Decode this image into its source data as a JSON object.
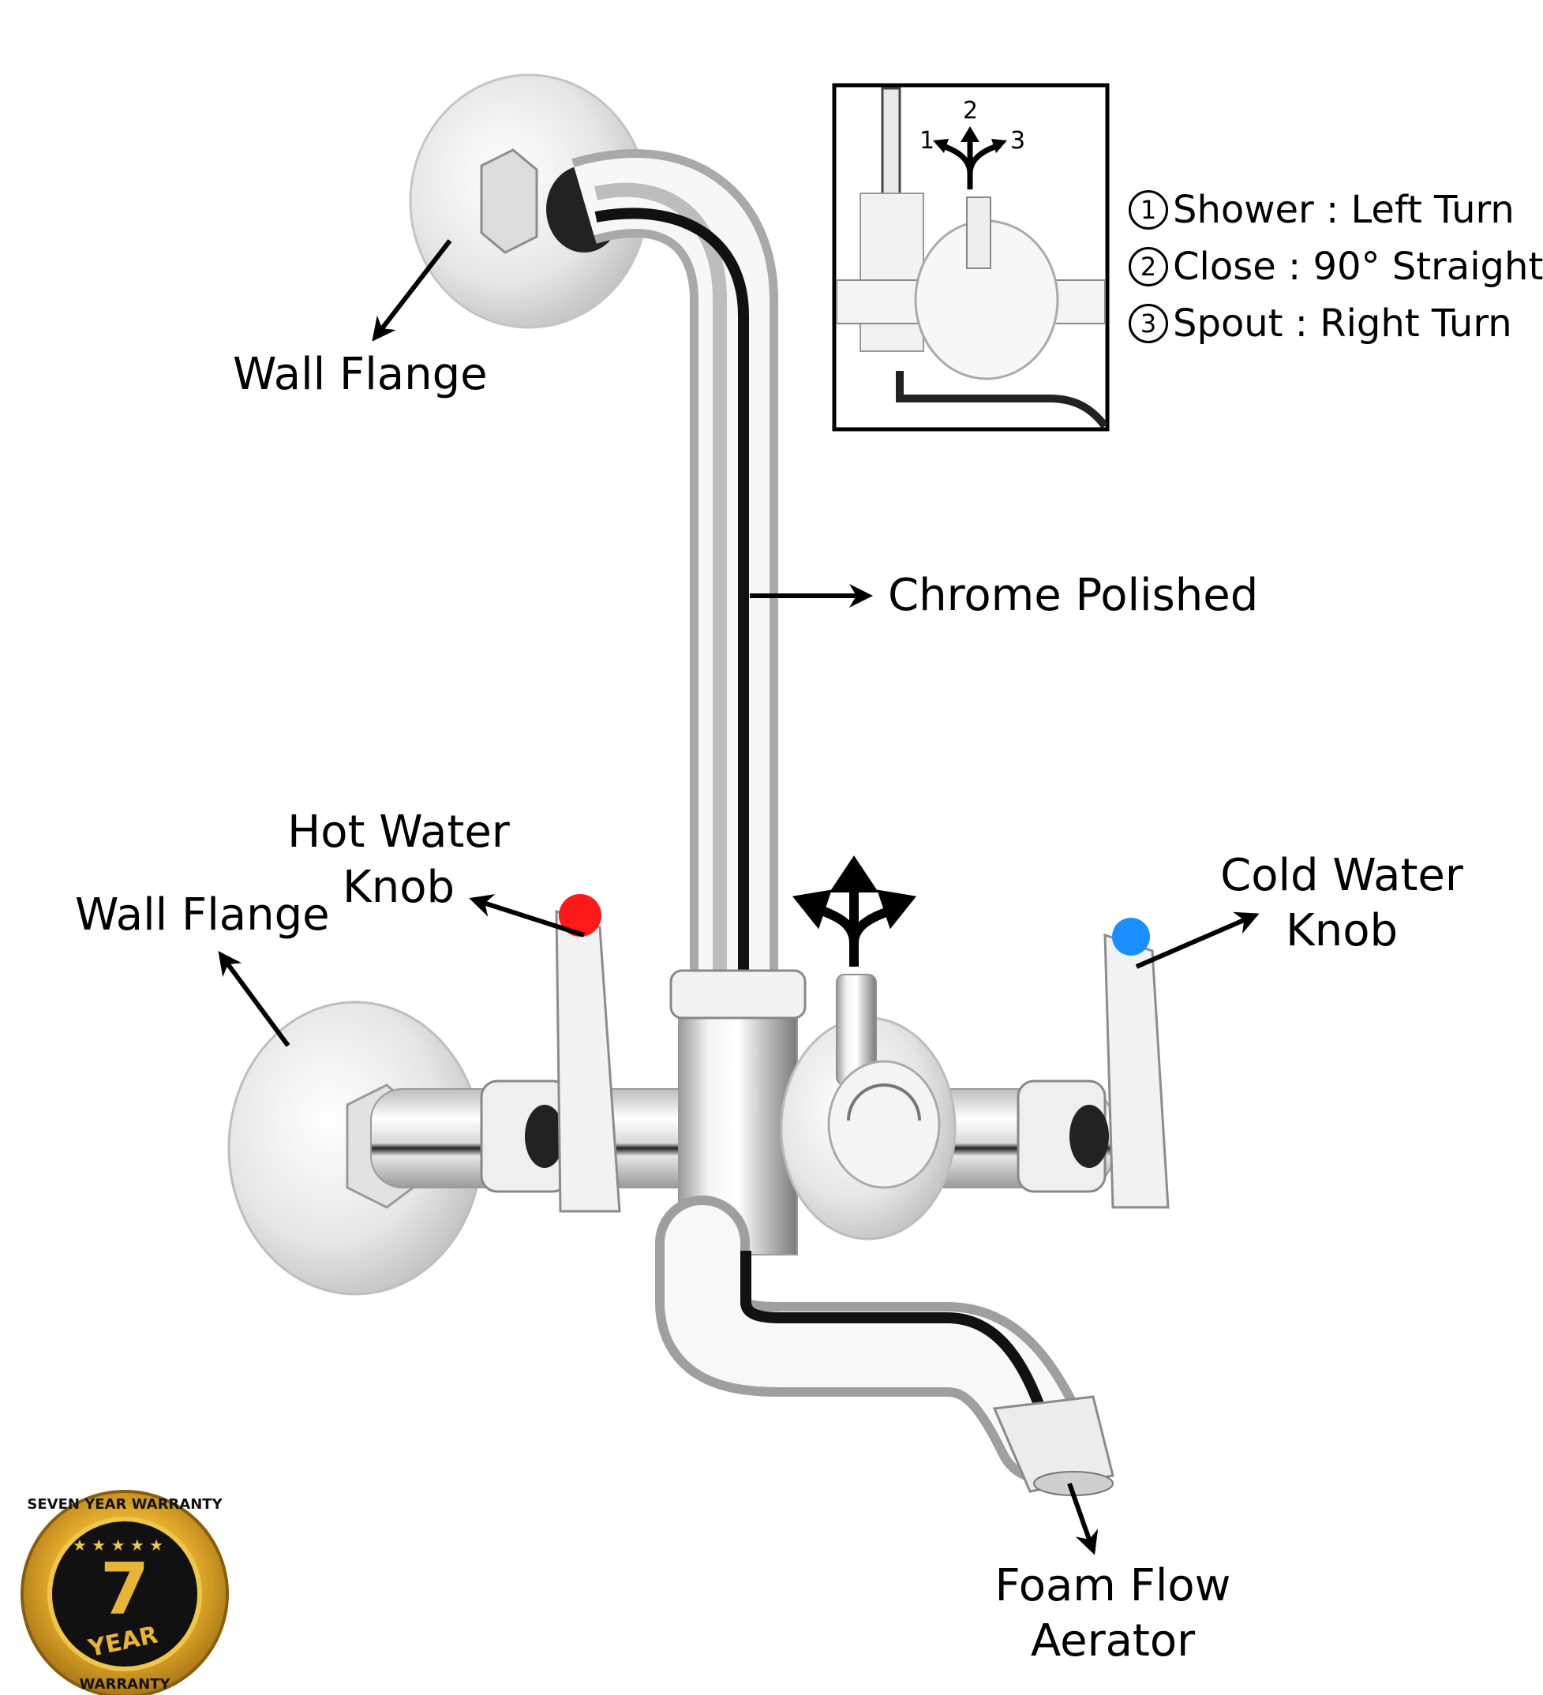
{
  "labels": {
    "wall_flange_top": "Wall Flange",
    "chrome_polished": "Chrome Polished",
    "hot_water_knob_line1": "Hot Water",
    "hot_water_knob_line2": "Knob",
    "wall_flange_left": "Wall Flange",
    "cold_water_knob_line1": "Cold Water",
    "cold_water_knob_line2": "Knob",
    "foam_flow_line1": "Foam Flow",
    "foam_flow_line2": "Aerator"
  },
  "inset": {
    "arrow_numbers": [
      "1",
      "2",
      "3"
    ],
    "modes": [
      {
        "num": "1",
        "text": "Shower : Left Turn"
      },
      {
        "num": "2",
        "text": "Close : 90° Straight"
      },
      {
        "num": "3",
        "text": "Spout : Right Turn"
      }
    ]
  },
  "badge": {
    "top_text": "SEVEN YEAR WARRANTY",
    "number": "7",
    "year": "YEAR",
    "bottom_text": "WARRANTY"
  },
  "colors": {
    "hot_dot": "#ff1a1a",
    "cold_dot": "#1a8fff",
    "badge_gold": "#d9a520",
    "badge_black": "#111111"
  }
}
